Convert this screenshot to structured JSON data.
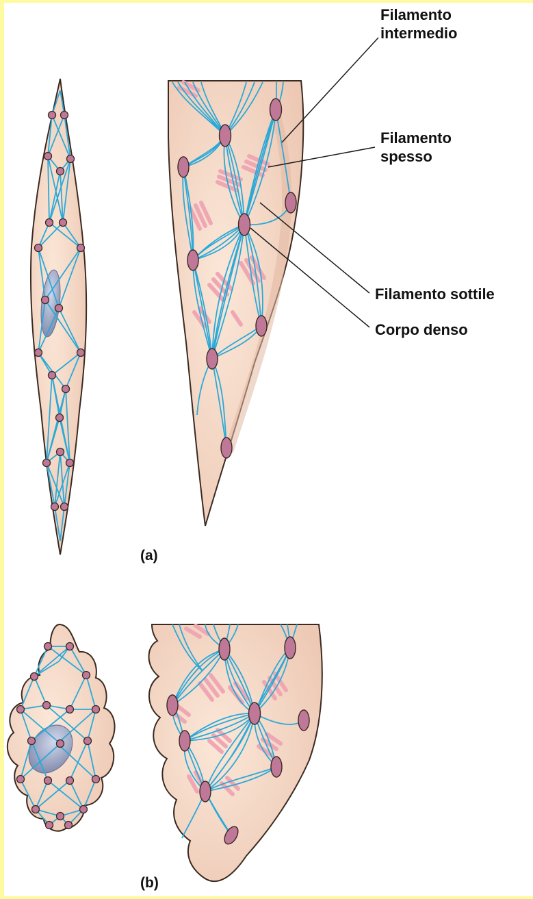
{
  "labels": {
    "intermediate_1": "Filamento",
    "intermediate_2": "intermedio",
    "thick_1": "Filamento",
    "thick_2": "spesso",
    "thin": "Filamento sottile",
    "dense_body": "Corpo denso"
  },
  "captions": {
    "a": "(a)",
    "b": "(b)"
  },
  "colors": {
    "cell": "#f7dcc8",
    "cell_shade": "#e7c0ac",
    "outline": "#3a2a22",
    "filament": "#2aa9d8",
    "thick_filament": "#f0a7b4",
    "dense_body": "#c07898",
    "nucleus": "#97a0bf",
    "frame": "#fdfaa0"
  }
}
